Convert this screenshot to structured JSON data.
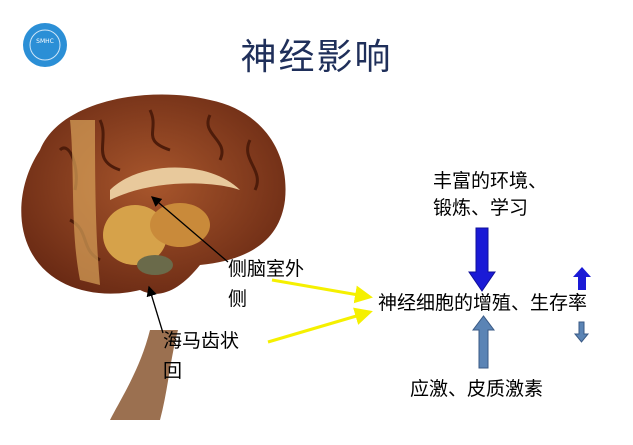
{
  "slide": {
    "title": "神经影响",
    "logo": {
      "text": "SMHC",
      "color": "#2b8fd6"
    },
    "labels": {
      "lateral_ventricle": "侧脑室外侧",
      "dentate_gyrus": "海马齿状回"
    },
    "factors": {
      "positive": "丰富的环境、锻炼、学习",
      "negative": "应激、皮质激素",
      "outcome": "神经细胞的增殖、生存率"
    },
    "colors": {
      "title": "#1f2f5a",
      "positive_arrow": "#1a1ad6",
      "negative_arrow": "#5b84b5",
      "pointer_arrow": "#f5f000"
    }
  }
}
